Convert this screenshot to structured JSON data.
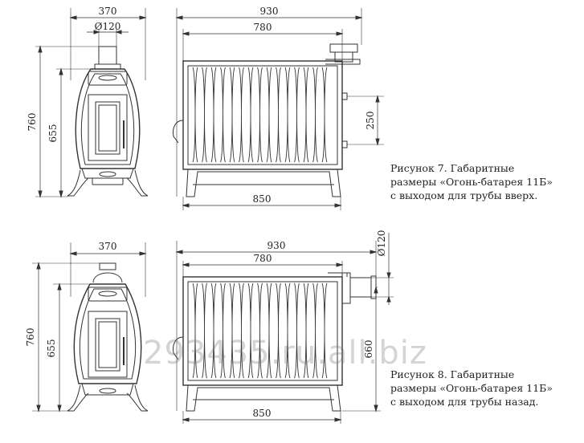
{
  "figure7": {
    "dims": {
      "front_width": "370",
      "pipe_diameter": "Ø120",
      "front_height_total": "760",
      "front_height_body": "655",
      "side_width_total": "930",
      "side_width_body": "780",
      "side_width_base": "850",
      "outlet_spacing": "250"
    },
    "caption": [
      "Рисунок 7.  Габаритные",
      "размеры «Огонь-батарея 11Б»",
      "с выходом для трубы вверх."
    ]
  },
  "figure8": {
    "dims": {
      "front_width": "370",
      "pipe_diameter": "Ø120",
      "front_height_total": "760",
      "front_height_body": "655",
      "side_width_total": "930",
      "side_width_body": "780",
      "side_width_base": "850",
      "pipe_height": "660"
    },
    "caption": [
      "Рисунок 8.  Габаритные",
      "размеры «Огонь-батарея 11Б»",
      "с выходом для трубы назад."
    ]
  },
  "watermark": "293435.ru.all.biz",
  "colors": {
    "line": "#333333",
    "text": "#222222",
    "watermark": "#8a8a8a"
  }
}
